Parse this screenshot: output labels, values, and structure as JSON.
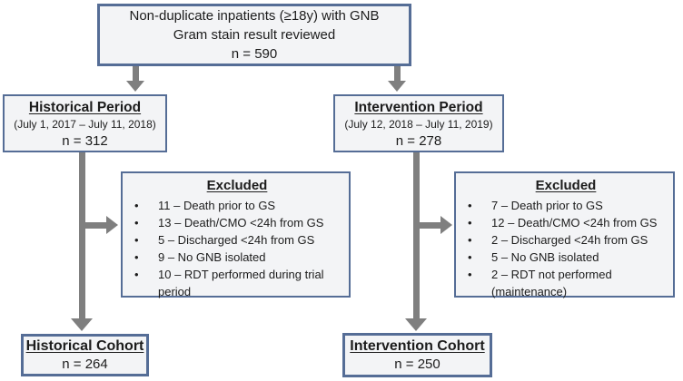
{
  "bullet": "•",
  "colors": {
    "box_border": "#556d96",
    "box_fill": "#f3f4f6",
    "arrow": "#7f7f7f",
    "text": "#1c1c1c",
    "background": "#ffffff"
  },
  "top_box": {
    "line1": "Non-duplicate inpatients (≥18y) with GNB",
    "line2": "Gram stain result reviewed",
    "n": "n = 590"
  },
  "historical_period": {
    "title": "Historical Period",
    "dates": "(July 1, 2017 – July 11, 2018)",
    "n": "n = 312"
  },
  "intervention_period": {
    "title": "Intervention Period",
    "dates": "(July 12, 2018 – July 11, 2019)",
    "n": "n = 278"
  },
  "historical_excluded": {
    "title": "Excluded",
    "items": [
      "11 – Death prior to GS",
      "13 – Death/CMO <24h from GS",
      "5 – Discharged <24h from GS",
      "9 – No GNB isolated",
      "10 – RDT performed during trial period"
    ]
  },
  "intervention_excluded": {
    "title": "Excluded",
    "items": [
      "7 – Death prior to GS",
      "12 – Death/CMO <24h from GS",
      "2 – Discharged <24h from GS",
      "5 – No GNB isolated",
      "2 – RDT not performed (maintenance)"
    ]
  },
  "historical_cohort": {
    "title": "Historical Cohort",
    "n": "n = 264"
  },
  "intervention_cohort": {
    "title": "Intervention Cohort",
    "n": "n = 250"
  }
}
